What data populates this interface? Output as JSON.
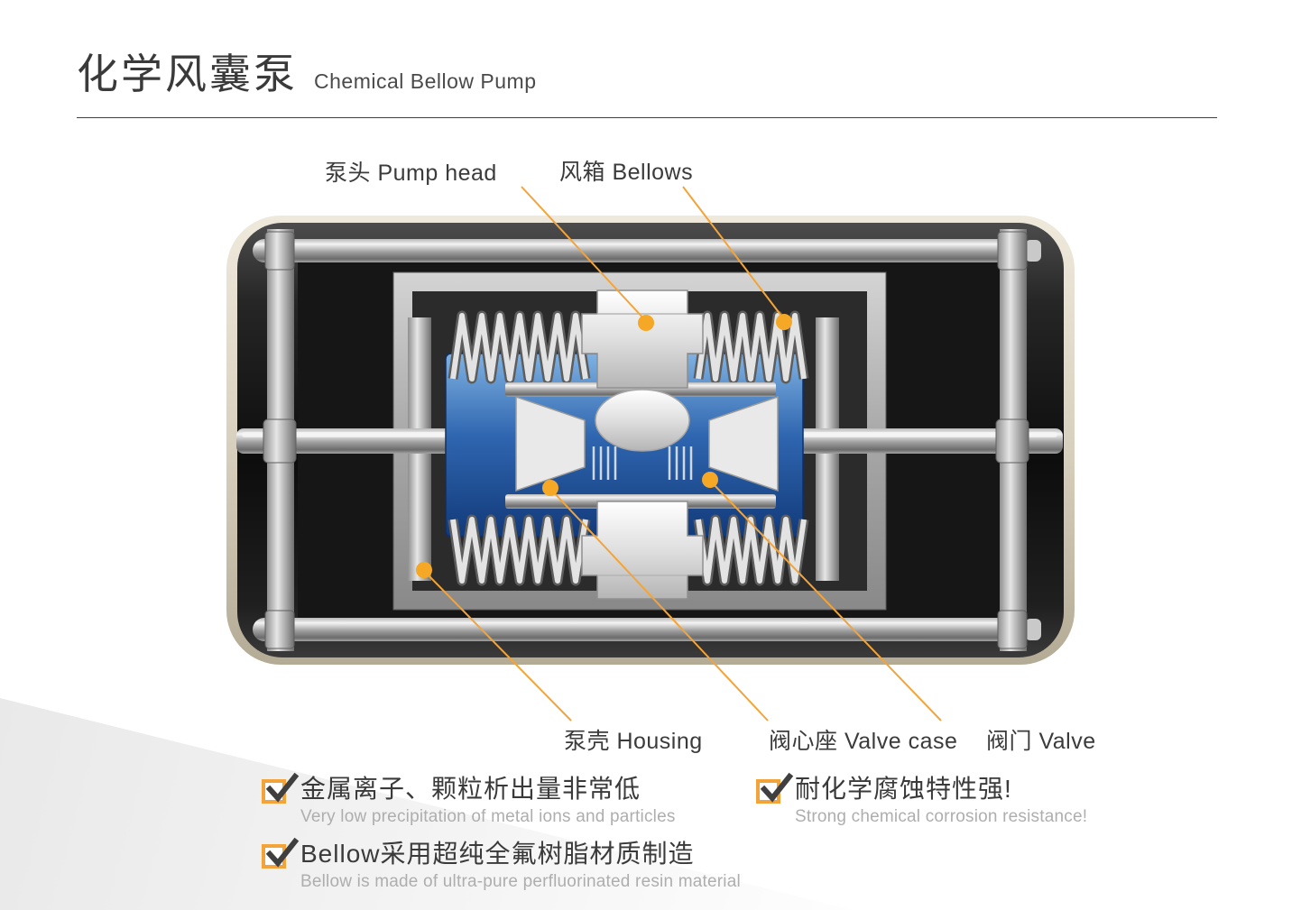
{
  "header": {
    "title_zh": "化学风囊泵",
    "title_en": "Chemical Bellow Pump"
  },
  "diagram": {
    "labels": {
      "pump_head": "泵头 Pump head",
      "bellows": "风箱 Bellows",
      "housing": "泵壳 Housing",
      "valve_case": "阀心座 Valve case",
      "valve": "阀门 Valve"
    },
    "marker_color": "#f5a726",
    "leader_color": "#f2a43a"
  },
  "features": [
    {
      "zh": "金属离子、颗粒析出量非常低",
      "en": "Very low precipitation of metal ions and particles"
    },
    {
      "zh": "耐化学腐蚀特性强!",
      "en": "Strong chemical corrosion resistance!"
    },
    {
      "zh": "Bellow采用超纯全氟树脂材质制造",
      "en": "Bellow is made of ultra-pure perfluorinated resin material"
    }
  ],
  "colors": {
    "accent_orange": "#f5a726",
    "text_dark": "#3a3a3a",
    "text_muted": "#aeaeae",
    "chamber_blue": "#2f66b0",
    "shell_cream": "#d9d1bf",
    "body_dark": "#0d0d0d"
  }
}
